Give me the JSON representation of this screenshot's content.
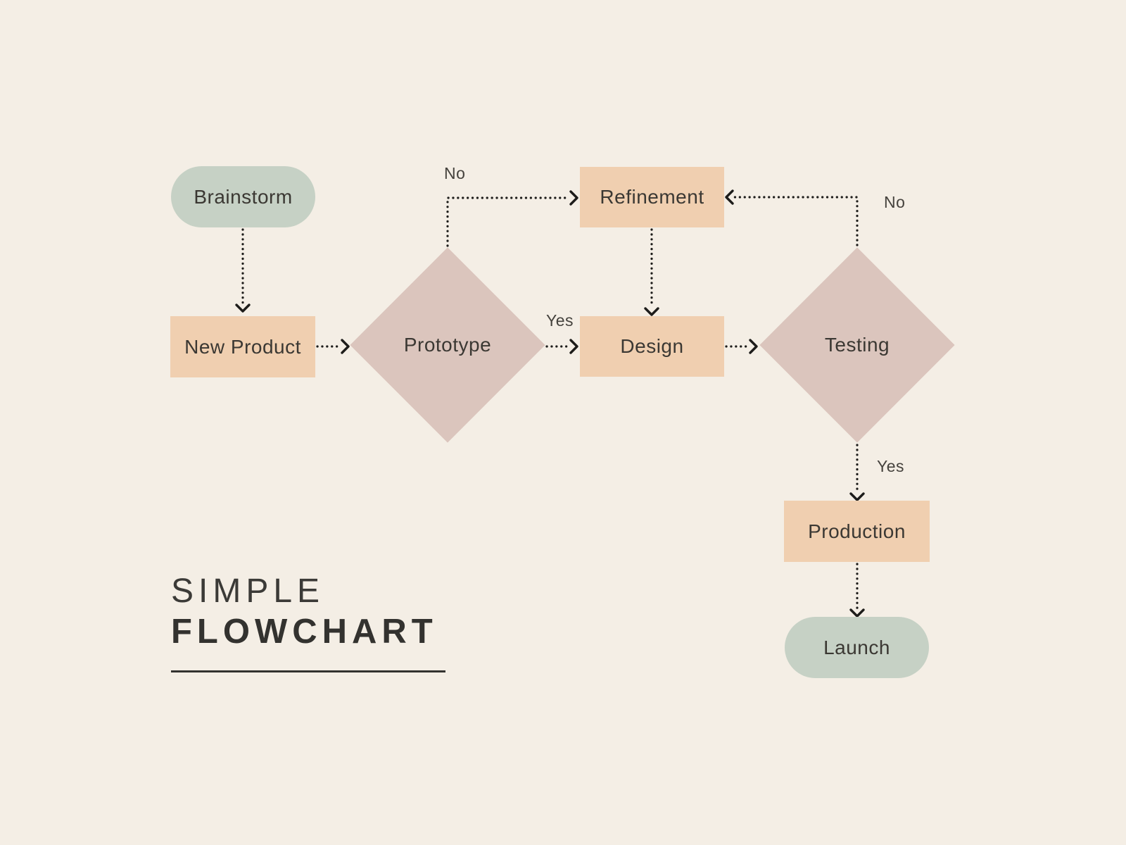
{
  "title": {
    "line1": "SIMPLE",
    "line2": "FLOWCHART"
  },
  "nodes": {
    "brainstorm": {
      "label": "Brainstorm",
      "shape": "rounded-terminal"
    },
    "new_product": {
      "label": "New Product",
      "shape": "process-rect"
    },
    "prototype": {
      "label": "Prototype",
      "shape": "decision-diamond"
    },
    "refinement": {
      "label": "Refinement",
      "shape": "process-rect"
    },
    "design": {
      "label": "Design",
      "shape": "process-rect"
    },
    "testing": {
      "label": "Testing",
      "shape": "decision-diamond"
    },
    "production": {
      "label": "Production",
      "shape": "process-rect"
    },
    "launch": {
      "label": "Launch",
      "shape": "rounded-terminal"
    }
  },
  "edge_labels": {
    "prototype_no": "No",
    "prototype_yes": "Yes",
    "testing_no": "No",
    "testing_yes": "Yes"
  },
  "edges": [
    {
      "from": "Brainstorm",
      "to": "New Product",
      "label": ""
    },
    {
      "from": "New Product",
      "to": "Prototype",
      "label": ""
    },
    {
      "from": "Prototype",
      "to": "Refinement",
      "label": "No"
    },
    {
      "from": "Prototype",
      "to": "Design",
      "label": "Yes"
    },
    {
      "from": "Refinement",
      "to": "Design",
      "label": ""
    },
    {
      "from": "Design",
      "to": "Testing",
      "label": ""
    },
    {
      "from": "Testing",
      "to": "Refinement",
      "label": "No"
    },
    {
      "from": "Testing",
      "to": "Production",
      "label": "Yes"
    },
    {
      "from": "Production",
      "to": "Launch",
      "label": ""
    }
  ],
  "colors": {
    "background": "#f4eee5",
    "terminal_fill": "#c6d1c5",
    "process_fill": "#f0cfb0",
    "decision_fill": "#dbc5bd",
    "text": "#3b3833",
    "connector": "#1d1c1a"
  }
}
